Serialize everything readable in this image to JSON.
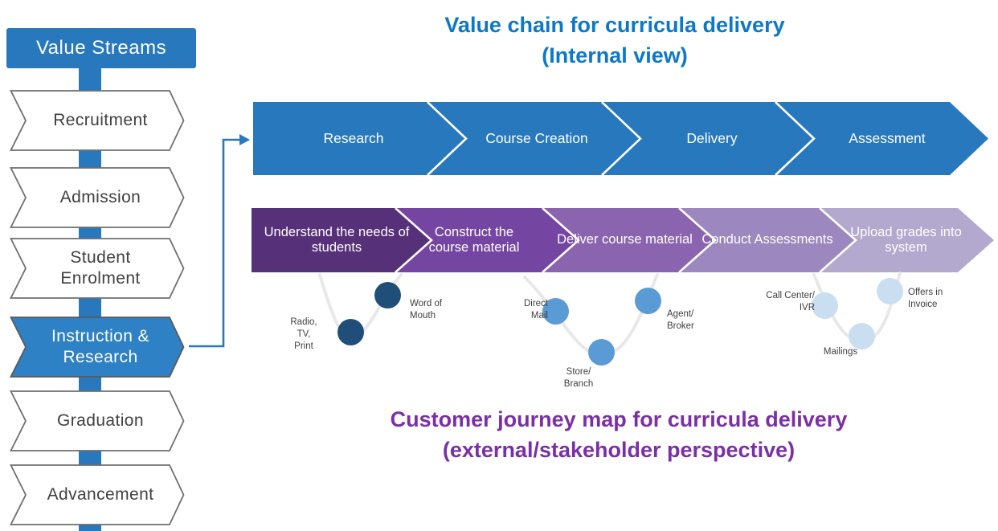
{
  "colors": {
    "primary_blue": "#2878BE",
    "selected_blue": "#2E81C4",
    "title_blue": "#0E78C8",
    "title_purple": "#7B2FA6",
    "journey_stage_colors": [
      "#563078",
      "#7446A2",
      "#8A64AF",
      "#9C87BE",
      "#B3A9CF"
    ],
    "dot_dark": "#1F4E79",
    "dot_medium": "#5B9BD5",
    "dot_pale": "#C9DFF1"
  },
  "sidebar": {
    "title": "Value Streams",
    "items": [
      {
        "label": "Recruitment",
        "selected": false
      },
      {
        "label": "Admission",
        "selected": false
      },
      {
        "label": "Student\nEnrolment",
        "selected": false
      },
      {
        "label": "Instruction &\nResearch",
        "selected": true
      },
      {
        "label": "Graduation",
        "selected": false
      },
      {
        "label": "Advancement",
        "selected": false
      }
    ]
  },
  "value_chain": {
    "title_line1": "Value chain for curricula delivery",
    "title_line2": "(Internal view)",
    "stages": [
      "Research",
      "Course Creation",
      "Delivery",
      "Assessment"
    ]
  },
  "journey": {
    "title_line1": "Customer journey map for curricula delivery",
    "title_line2": "(external/stakeholder perspective)",
    "stages": [
      "Understand the needs of students",
      "Construct the course material",
      "Deliver course material",
      "Conduct Assessments",
      "Upload grades into system"
    ],
    "touchpoints": [
      {
        "label": "Radio,\nTV,\nPrint"
      },
      {
        "label": "Word of\nMouth"
      },
      {
        "label": "Direct\nMail"
      },
      {
        "label": "Store/\nBranch"
      },
      {
        "label": "Agent/\nBroker"
      },
      {
        "label": "Call Center/\nIVR"
      },
      {
        "label": "Mailings"
      },
      {
        "label": "Offers in\nInvoice"
      }
    ]
  }
}
